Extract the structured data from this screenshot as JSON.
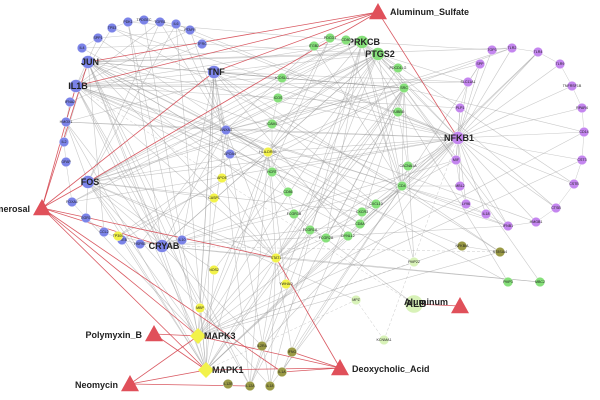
{
  "colors": {
    "blue": "#7b83e8",
    "green": "#86e07a",
    "purple": "#c486ef",
    "yellow": "#f2f24a",
    "olive": "#9a9a45",
    "pale": "#d8f2b8",
    "chemical": "#e0505a",
    "edge": "#9a9a9a",
    "chemEdge": "#d23c46"
  },
  "nodes": [
    {
      "id": "JUN",
      "label": "JUN",
      "cls": "blue",
      "big": true
    },
    {
      "id": "IL1B",
      "label": "IL1B",
      "cls": "blue",
      "big": true
    },
    {
      "id": "FOS",
      "label": "FOS",
      "cls": "blue",
      "big": true
    },
    {
      "id": "CRYAB",
      "label": "CRYAB",
      "cls": "blue",
      "big": true
    },
    {
      "id": "TNF",
      "label": "TNF",
      "cls": "blue",
      "big": true
    },
    {
      "id": "PRKCB",
      "label": "PRKCB",
      "cls": "green",
      "big": true
    },
    {
      "id": "PTGS2",
      "label": "PTGS2",
      "cls": "green",
      "big": true
    },
    {
      "id": "NFKB1",
      "label": "NFKB1",
      "cls": "purple",
      "big": true
    },
    {
      "id": "MAPK3",
      "label": "MAPK3",
      "cls": "yellow",
      "big": true
    },
    {
      "id": "MAPK1",
      "label": "MAPK1",
      "cls": "yellow",
      "big": true
    },
    {
      "id": "ALB",
      "label": "ALB",
      "cls": "pale",
      "big": true
    },
    {
      "id": "b1",
      "label": "TP53",
      "cls": "blue"
    },
    {
      "id": "b2",
      "label": "PDK1",
      "cls": "blue"
    },
    {
      "id": "b3",
      "label": "TPDGEC",
      "cls": "blue"
    },
    {
      "id": "b4",
      "label": "TGFB1",
      "cls": "blue"
    },
    {
      "id": "b5",
      "label": "IL6",
      "cls": "blue"
    },
    {
      "id": "b6",
      "label": "PTAFR",
      "cls": "blue"
    },
    {
      "id": "b7",
      "label": "SPP1",
      "cls": "blue"
    },
    {
      "id": "b8",
      "label": "IL4",
      "cls": "blue"
    },
    {
      "id": "b9",
      "label": "TFRC",
      "cls": "blue"
    },
    {
      "id": "b10",
      "label": "IFNA2",
      "cls": "blue"
    },
    {
      "id": "b11",
      "label": "HMOX1",
      "cls": "blue"
    },
    {
      "id": "b12",
      "label": "IL2",
      "cls": "blue"
    },
    {
      "id": "b13",
      "label": "GFAP",
      "cls": "blue"
    },
    {
      "id": "b14",
      "label": "FOXA1",
      "cls": "blue"
    },
    {
      "id": "b15",
      "label": "EGR1",
      "cls": "blue"
    },
    {
      "id": "b16",
      "label": "CCL2",
      "cls": "blue"
    },
    {
      "id": "b17",
      "label": "CREB",
      "cls": "blue"
    },
    {
      "id": "b18",
      "label": "HSPB1",
      "cls": "blue"
    },
    {
      "id": "b19",
      "label": "IL10",
      "cls": "blue"
    },
    {
      "id": "y1",
      "label": "CASP1",
      "cls": "yellow"
    },
    {
      "id": "y2",
      "label": "APOE",
      "cls": "yellow"
    },
    {
      "id": "y3",
      "label": "NOS2",
      "cls": "yellow"
    },
    {
      "id": "y4",
      "label": "STAT1",
      "cls": "yellow"
    },
    {
      "id": "y5",
      "label": "YWHAQ",
      "cls": "yellow"
    },
    {
      "id": "y6",
      "label": "HLA-DRB1",
      "cls": "yellow"
    },
    {
      "id": "y7",
      "label": "TP300",
      "cls": "yellow"
    },
    {
      "id": "y8",
      "label": "MBP",
      "cls": "yellow"
    },
    {
      "id": "o1",
      "label": "IFNG",
      "cls": "olive"
    },
    {
      "id": "o2",
      "label": "IL12B",
      "cls": "olive"
    },
    {
      "id": "o3",
      "label": "IL12A",
      "cls": "olive"
    },
    {
      "id": "o4",
      "label": "IL18",
      "cls": "olive"
    },
    {
      "id": "o5",
      "label": "IL1A",
      "cls": "olive"
    },
    {
      "id": "o6",
      "label": "IL2RA",
      "cls": "olive"
    },
    {
      "id": "o7",
      "label": "NFKBIA",
      "cls": "olive"
    },
    {
      "id": "o8",
      "label": "ST8SIA4",
      "cls": "olive"
    },
    {
      "id": "o9",
      "label": "ANXA3",
      "cls": "blue"
    },
    {
      "id": "o10",
      "label": "APOA4",
      "cls": "blue"
    },
    {
      "id": "g1",
      "label": "ITGB2",
      "cls": "green"
    },
    {
      "id": "g2",
      "label": "PDCD1",
      "cls": "green"
    },
    {
      "id": "g3",
      "label": "CD80",
      "cls": "green"
    },
    {
      "id": "g4",
      "label": "ICOSLG",
      "cls": "green"
    },
    {
      "id": "g5",
      "label": "ICOS",
      "cls": "green"
    },
    {
      "id": "g6",
      "label": "ICAM1",
      "cls": "green"
    },
    {
      "id": "g7",
      "label": "HCRT",
      "cls": "green"
    },
    {
      "id": "g8",
      "label": "CD86",
      "cls": "green"
    },
    {
      "id": "g9",
      "label": "FCGR3B",
      "cls": "green"
    },
    {
      "id": "g10",
      "label": "FCGR1A",
      "cls": "green"
    },
    {
      "id": "g11",
      "label": "FCGR2A",
      "cls": "green"
    },
    {
      "id": "g12",
      "label": "DYNLL2",
      "cls": "green"
    },
    {
      "id": "g13",
      "label": "CD8A",
      "cls": "green"
    },
    {
      "id": "g14",
      "label": "CXCR3",
      "cls": "green"
    },
    {
      "id": "g15",
      "label": "CXCL10",
      "cls": "green"
    },
    {
      "id": "g16",
      "label": "CD4",
      "cls": "green"
    },
    {
      "id": "g17",
      "label": "CACNA1A",
      "cls": "green"
    },
    {
      "id": "g18",
      "label": "TUBB6",
      "cls": "green"
    },
    {
      "id": "g19",
      "label": "SRC",
      "cls": "green"
    },
    {
      "id": "g20",
      "label": "PDCD1LG",
      "cls": "green"
    },
    {
      "id": "g21",
      "label": "PMP3",
      "cls": "green"
    },
    {
      "id": "g22",
      "label": "MBC2",
      "cls": "green"
    },
    {
      "id": "p1",
      "label": "TOP3",
      "cls": "purple"
    },
    {
      "id": "p2",
      "label": "TLR2",
      "cls": "purple"
    },
    {
      "id": "p3",
      "label": "TLR4",
      "cls": "purple"
    },
    {
      "id": "p4",
      "label": "TLR9",
      "cls": "purple"
    },
    {
      "id": "p5",
      "label": "TNFRSF1B",
      "cls": "purple"
    },
    {
      "id": "p6",
      "label": "RPAR4",
      "cls": "purple"
    },
    {
      "id": "p7",
      "label": "CD14",
      "cls": "purple"
    },
    {
      "id": "p8",
      "label": "CST3",
      "cls": "purple"
    },
    {
      "id": "p9",
      "label": "CSTB",
      "cls": "purple"
    },
    {
      "id": "p10",
      "label": "CTSB",
      "cls": "purple"
    },
    {
      "id": "p11",
      "label": "HMGB1",
      "cls": "purple"
    },
    {
      "id": "p12",
      "label": "IFNB1",
      "cls": "purple"
    },
    {
      "id": "p13",
      "label": "IL18",
      "cls": "purple"
    },
    {
      "id": "p14",
      "label": "LY96",
      "cls": "purple"
    },
    {
      "id": "p15",
      "label": "MBL2",
      "cls": "purple"
    },
    {
      "id": "p16",
      "label": "MIF",
      "cls": "purple"
    },
    {
      "id": "p17",
      "label": "PLP1",
      "cls": "purple"
    },
    {
      "id": "p18",
      "label": "SLC11A1",
      "cls": "purple"
    },
    {
      "id": "p19",
      "label": "SPP",
      "cls": "purple"
    },
    {
      "id": "w1",
      "label": "PMP22",
      "cls": "pale"
    },
    {
      "id": "w2",
      "label": "MPZ",
      "cls": "pale"
    },
    {
      "id": "w3",
      "label": "KCNMA1",
      "cls": "pale"
    },
    {
      "id": "c1",
      "label": "Aluminum_Sulfate",
      "cls": "chemical",
      "big": true
    },
    {
      "id": "c2",
      "label": "Thimerosal",
      "cls": "chemical",
      "big": true
    },
    {
      "id": "c3",
      "label": "Polymyxin_B",
      "cls": "chemical",
      "big": true
    },
    {
      "id": "c4",
      "label": "Neomycin",
      "cls": "chemical",
      "big": true
    },
    {
      "id": "c5",
      "label": "Deoxycholic_Acid",
      "cls": "chemical",
      "big": true
    },
    {
      "id": "c6",
      "label": "Aluminum",
      "cls": "chemical",
      "big": true
    }
  ]
}
